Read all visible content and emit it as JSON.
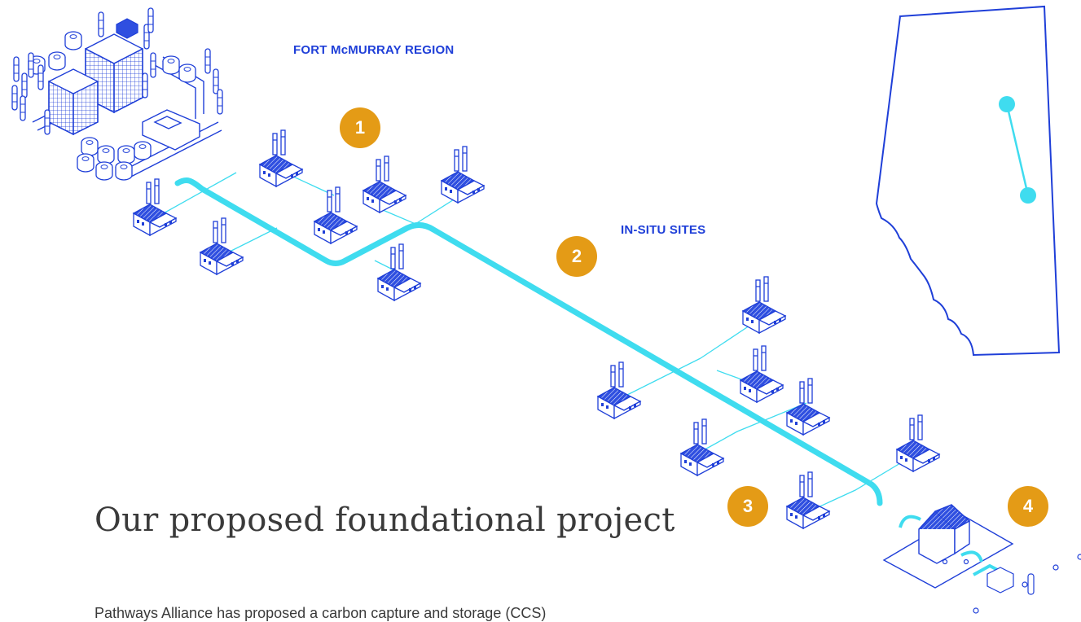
{
  "labels": {
    "region": "FORT McMURRAY REGION",
    "insitu": "IN-SITU SITES"
  },
  "steps": [
    "1",
    "2",
    "3",
    "4"
  ],
  "heading": "Our proposed foundational project",
  "intro": "Pathways Alliance has proposed a carbon capture and storage (CCS)",
  "colors": {
    "pipeline": "#3fdcef",
    "outline": "#1f3fd8",
    "badge": "#e49b16",
    "text": "#3a3a3a"
  },
  "icons": [
    "factory-icon",
    "tank-icon",
    "building-icon",
    "storage-hub-icon",
    "alberta-map"
  ]
}
